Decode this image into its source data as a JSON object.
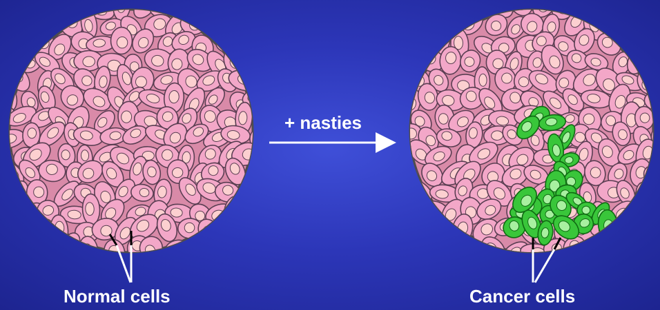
{
  "arrow": {
    "label": "+ nasties"
  },
  "labels": {
    "normal": "Normal cells",
    "cancer": "Cancer cells"
  },
  "colors": {
    "background": "#2c36b8",
    "cell_fill": "#f3a7c8",
    "cell_outline": "#5a3e52",
    "nucleus": "#fcd0d0",
    "cancer_cell": "#39c63a",
    "cancer_outline": "#0f6a12",
    "cancer_nucleus": "#a8f0a0",
    "text": "#ffffff"
  }
}
